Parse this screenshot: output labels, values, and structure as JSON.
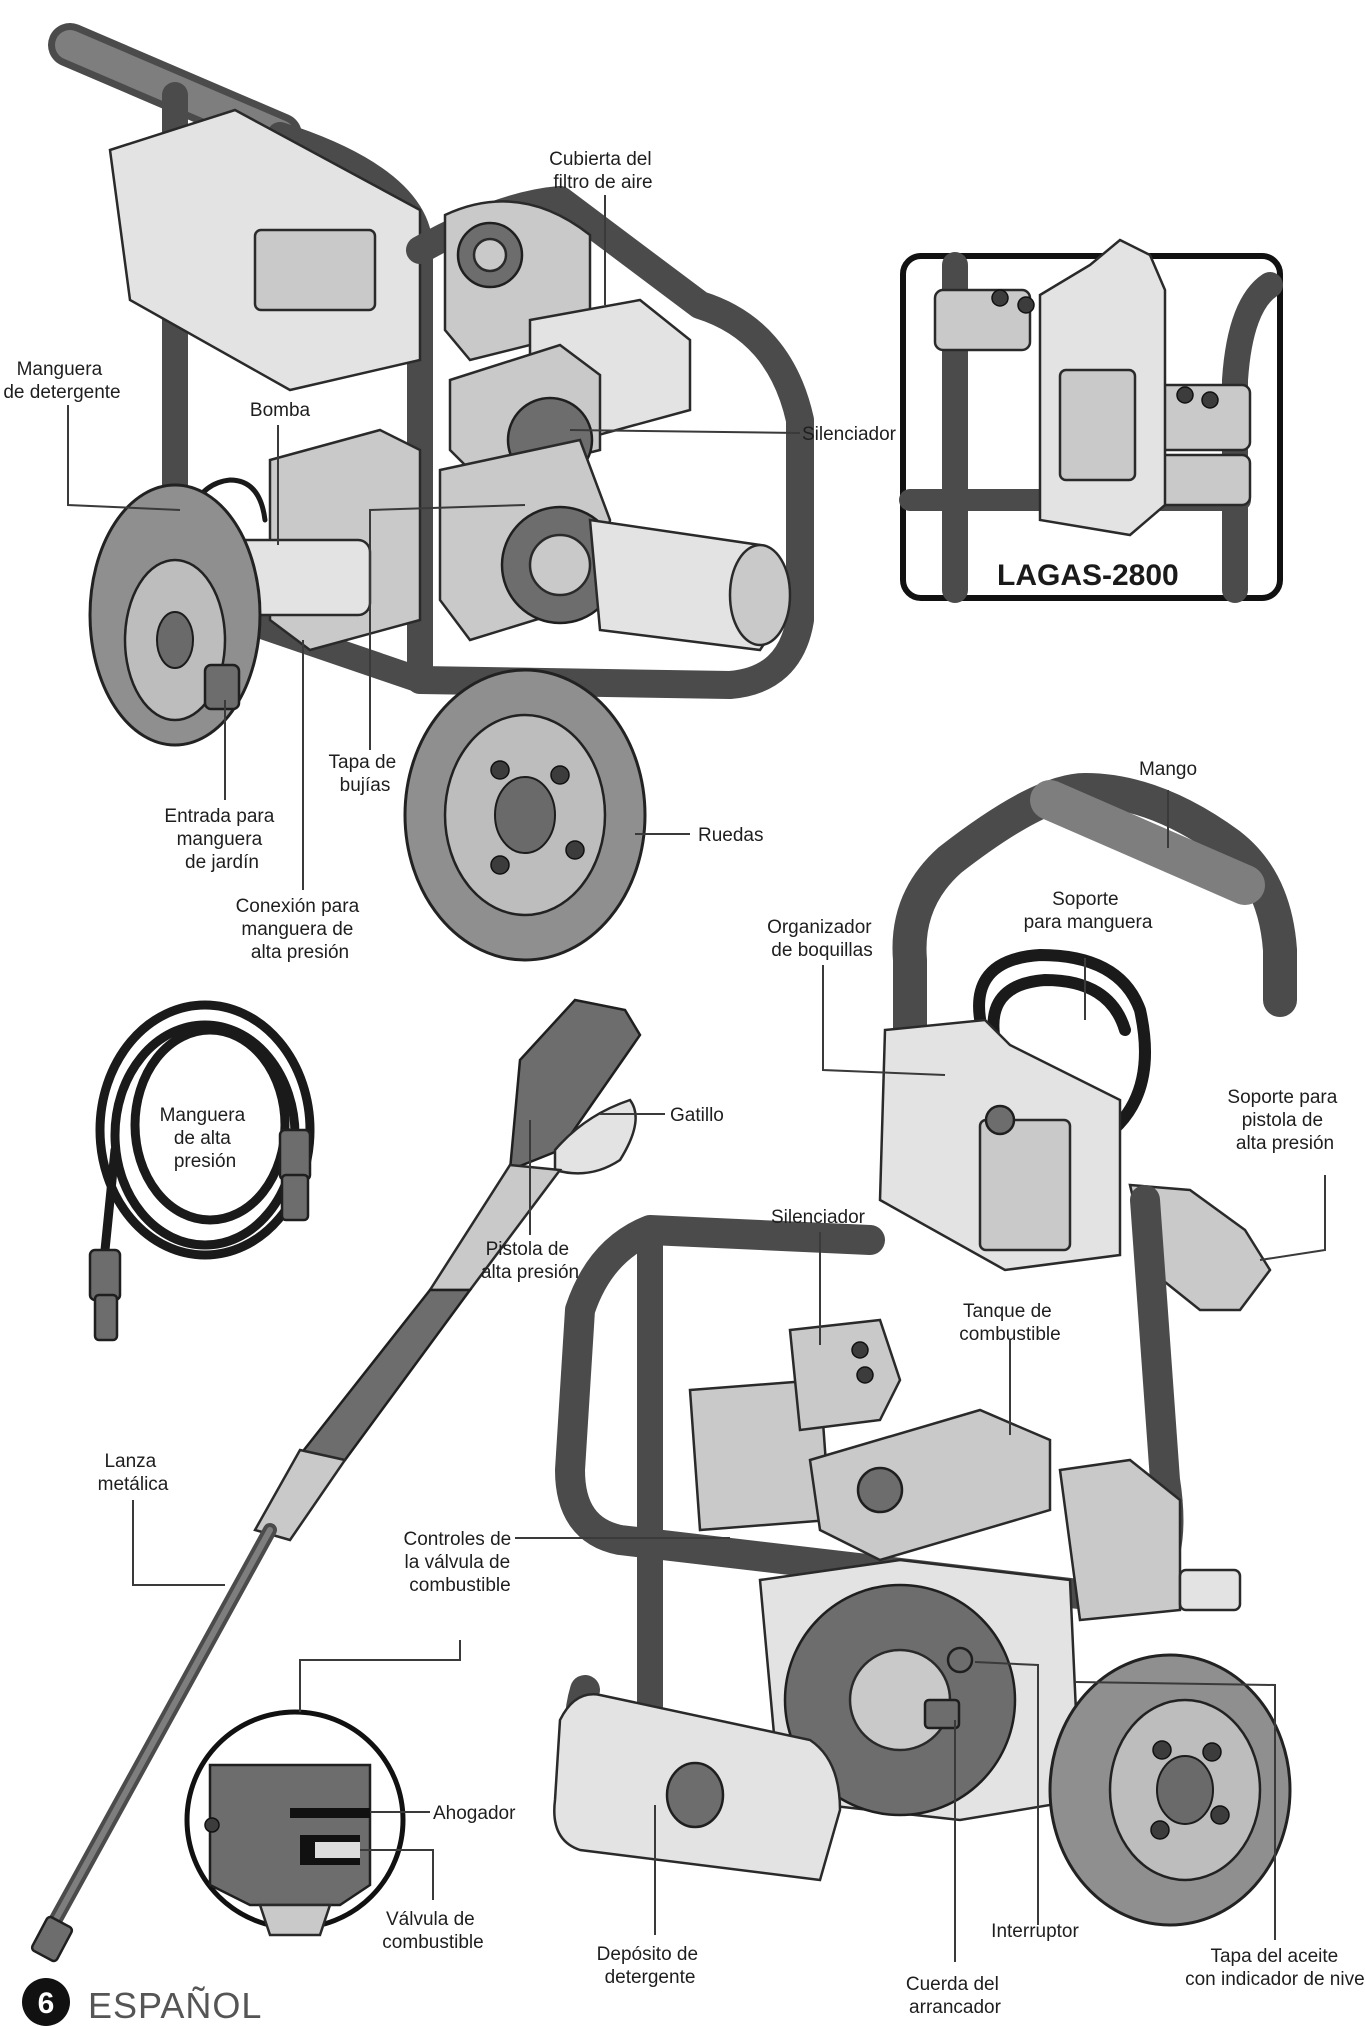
{
  "footer": {
    "page_number": "6",
    "language": "ESPAÑOL"
  },
  "inset_model": {
    "title": "LAGAS-2800"
  },
  "labels": {
    "air_filter_cover": [
      "Cubierta del",
      "filtro de aire"
    ],
    "detergent_hose": [
      "Manguera",
      "de detergente"
    ],
    "pump": [
      "Bomba"
    ],
    "muffler_top": [
      "Silenciador"
    ],
    "spark_plug_cap": [
      "Tapa de",
      "bujías"
    ],
    "wheels": [
      "Ruedas"
    ],
    "garden_hose_inlet": [
      "Entrada para",
      "manguera",
      "de jardín"
    ],
    "hp_hose_connection": [
      "Conexión para",
      "manguera de",
      "alta presión"
    ],
    "handle": [
      "Mango"
    ],
    "hose_holder": [
      "Soporte",
      "para manguera"
    ],
    "nozzle_organizer": [
      "Organizador",
      "de boquillas"
    ],
    "gun_holder": [
      "Soporte para",
      "pistola de",
      "alta presión"
    ],
    "trigger": [
      "Gatillo"
    ],
    "hp_hose": [
      "Manguera",
      "de alta",
      "presión"
    ],
    "hp_gun": [
      "Pistola de",
      "alta presión"
    ],
    "muffler_bottom": [
      "Silenciador"
    ],
    "fuel_tank": [
      "Tanque de",
      "combustible"
    ],
    "metal_lance": [
      "Lanza",
      "metálica"
    ],
    "fuel_valve_controls": [
      "Controles de",
      "la válvula de",
      "combustible"
    ],
    "choke": [
      "Ahogador"
    ],
    "fuel_valve": [
      "Válvula de",
      "combustible"
    ],
    "detergent_tank": [
      "Depósito de",
      "detergente"
    ],
    "switch": [
      "Interruptor"
    ],
    "starter_cord": [
      "Cuerda del",
      "arrancador"
    ],
    "oil_cap": [
      "Tapa del aceite",
      "con indicador de nivel"
    ]
  }
}
